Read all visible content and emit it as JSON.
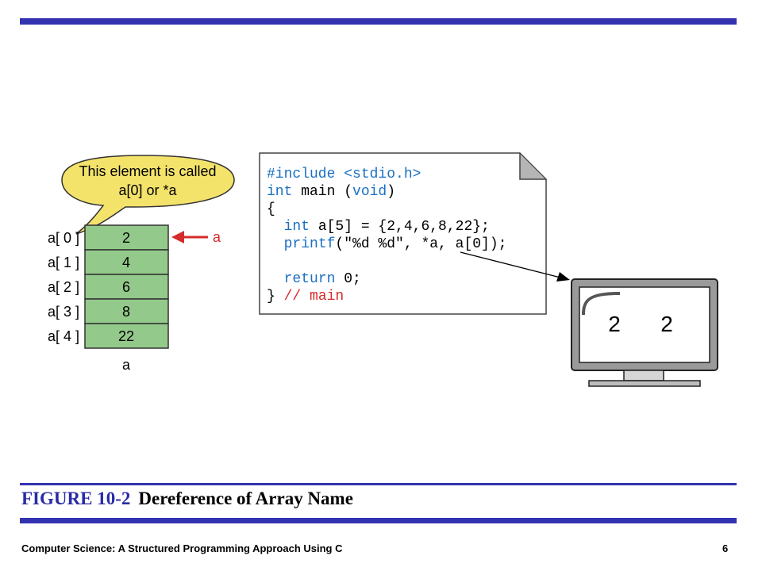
{
  "callout": {
    "line1": "This element is called",
    "line2": "a[0] or *a"
  },
  "array": {
    "index_labels": [
      "a[ 0 ]",
      "a[ 1 ]",
      "a[ 2 ]",
      "a[ 3 ]",
      "a[ 4 ]"
    ],
    "values": [
      "2",
      "4",
      "6",
      "8",
      "22"
    ],
    "name_label": "a",
    "pointer_label": "a",
    "cell_color": "#93c98a",
    "pointer_color": "#d62b2b"
  },
  "code": {
    "line1": "#include <stdio.h>",
    "line2_kw": "int",
    "line2_rest": " main (",
    "line2_kw2": "void",
    "line2_end": ")",
    "line3": "{",
    "line4_indent": "  ",
    "line4_kw": "int",
    "line4_rest": " a[5] = {2,4,6,8,22};",
    "line5_indent": "  ",
    "line5_fn": "printf",
    "line5_rest": "(\"%d %d\", *a, a[0]);",
    "line6_indent": "  ",
    "line6_kw": "return",
    "line6_rest": " 0;",
    "line7_brace": "}",
    "line7_comment": " // main",
    "keyword_color": "#1a6fc2",
    "comment_color": "#d62b2b"
  },
  "monitor": {
    "output_1": "2",
    "output_2": "2"
  },
  "caption": {
    "number": "FIGURE 10-2",
    "title": "Dereference of Array Name"
  },
  "footer": {
    "book_title": "Computer Science: A Structured Programming Approach Using C",
    "page_number": "6"
  }
}
